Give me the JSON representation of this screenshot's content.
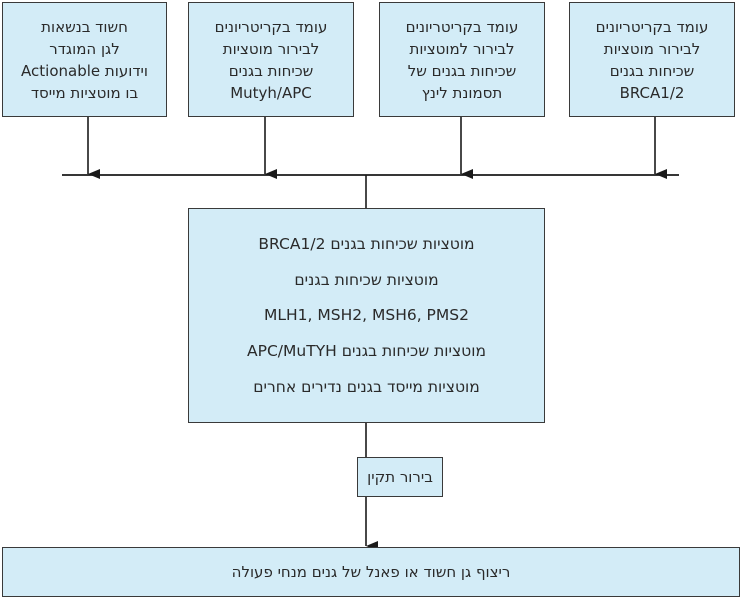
{
  "top_boxes": [
    {
      "lines": [
        "חשוד בנשאות",
        "לגן המוגדר",
        "Actionable וידועות",
        "בו מוטציות מייסד"
      ]
    },
    {
      "lines": [
        "עומד בקריטריונים",
        "לבירור מוטציות",
        "שכיחות בגנים",
        "Mutyh/APC"
      ]
    },
    {
      "lines": [
        "עומד בקריטריונים",
        "לבירור למוטציות",
        "שכיחות בגנים של",
        "תסמונת לינץ"
      ]
    },
    {
      "lines": [
        "עומד בקריטריונים",
        "לבירור מוטציות",
        "שכיחות בגנים",
        "BRCA1/2"
      ]
    }
  ],
  "middle_box": {
    "lines": [
      "מוטציות שכיחות בגנים BRCA1/2",
      "מוטציות שכיחות בגנים",
      "MLH1, MSH2, MSH6, PMS2",
      "מוטציות שכיחות בגנים APC/MuTYH",
      "מוטציות מייסד בגנים נדירים אחרים"
    ]
  },
  "small_box": {
    "label": "בירור תקין"
  },
  "bottom_box": {
    "label": "ריצוף גן חשוד או פאנל של גנים מנחי פעולה"
  },
  "colors": {
    "box_fill": "#d3ecf7",
    "line": "#1a1a1a"
  }
}
